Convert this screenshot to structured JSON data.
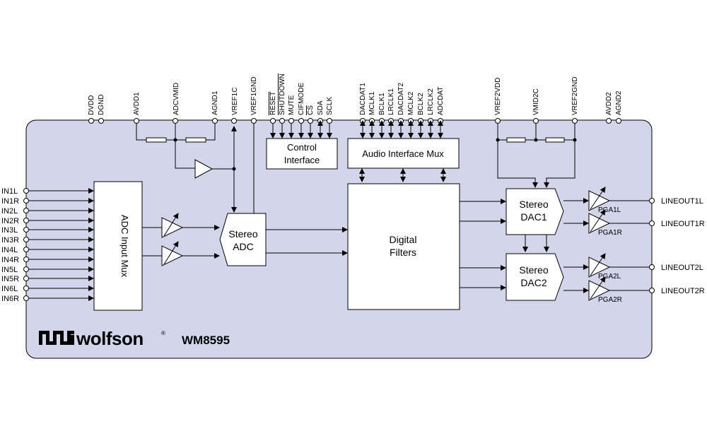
{
  "colors": {
    "chip_fill": "#d3d6ea",
    "chip_stroke": "#000000"
  },
  "brand": {
    "logo": "wolfson",
    "logo_mark": "®",
    "part_number": "WM8595"
  },
  "top_pins": {
    "power_digital": [
      "DVDD",
      "DGND"
    ],
    "analog_adc": [
      "AVDD1",
      "ADCVMID",
      "AGND1",
      "VREF1C",
      "VREF1GND"
    ],
    "control": [
      "RESET",
      "SHUTDOWN",
      "MUTE",
      "CIFMODE",
      "CS",
      "SDA",
      "SCLK"
    ],
    "audio": [
      "DACDAT1",
      "MCLK1",
      "BCLK1",
      "LRCLK1",
      "DACDAT2",
      "MCLK2",
      "BCLK2",
      "LRCLK2",
      "ADCDAT"
    ],
    "dac_ref": [
      "VREF2VDD",
      "VMID2C",
      "VREF2GND"
    ],
    "power_analog2": [
      "AVDD2",
      "AGND2"
    ]
  },
  "inputs": [
    "IN1L",
    "IN1R",
    "IN2L",
    "IN2R",
    "IN3L",
    "IN3R",
    "IN4L",
    "IN4R",
    "IN5L",
    "IN5R",
    "IN6L",
    "IN6R"
  ],
  "outputs": [
    "LINEOUT1L",
    "LINEOUT1R",
    "LINEOUT2L",
    "LINEOUT2R"
  ],
  "blocks": {
    "control_interface": [
      "Control",
      "Interface"
    ],
    "audio_interface_mux": "Audio Interface Mux",
    "adc_input_mux": "ADC Input Mux",
    "stereo_adc": [
      "Stereo",
      "ADC"
    ],
    "digital_filters": [
      "Digital",
      "Filters"
    ],
    "stereo_dac1": [
      "Stereo",
      "DAC1"
    ],
    "stereo_dac2": [
      "Stereo",
      "DAC2"
    ]
  },
  "pga_labels": [
    "PGA1L",
    "PGA1R",
    "PGA2L",
    "PGA2R"
  ]
}
